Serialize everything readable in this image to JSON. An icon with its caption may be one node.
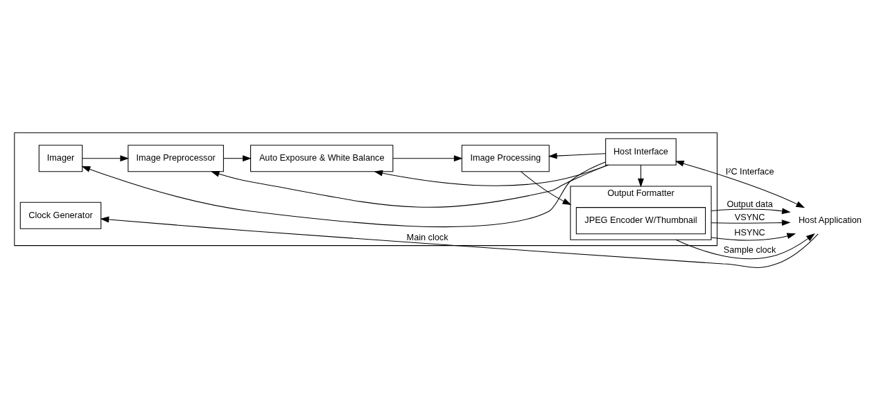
{
  "diagram": {
    "nodes": [
      {
        "text": [],
        "shape": "box"
      },
      {
        "text": [
          "Host Interface"
        ],
        "in": 0
      },
      {
        "text": [
          "Imager"
        ],
        "in": 0
      },
      {
        "text": [
          "Image Preprocessor"
        ],
        "in": 0
      },
      {
        "text": [
          "Auto Exposure & White Balance"
        ],
        "in": 0
      },
      {
        "text": [
          "Image Processing"
        ],
        "in": 0
      },
      {
        "text": [
          "Output Formatter"
        ],
        "in": 0
      },
      {
        "text": [
          "JPEG Encoder W/Thumbnail"
        ],
        "in": 6
      },
      {
        "text": [
          "Clock Generator"
        ],
        "in": 0
      },
      {
        "text": [
          "Host Application"
        ]
      }
    ],
    "edges": [
      {
        "from": 1,
        "to": 9,
        "arrow": "both",
        "label": "I²C Interface"
      },
      {
        "from": 1,
        "to": 2,
        "arrow": "to"
      },
      {
        "from": 1,
        "to": 3,
        "arrow": "to"
      },
      {
        "from": 1,
        "to": 4,
        "arrow": "to"
      },
      {
        "from": 1,
        "to": 5,
        "arrow": "to"
      },
      {
        "from": 1,
        "to": 6,
        "arrow": "to"
      },
      {
        "from": 2,
        "to": 3,
        "arrow": "to"
      },
      {
        "from": 3,
        "to": 4,
        "arrow": "to"
      },
      {
        "from": 4,
        "to": 5,
        "arrow": "to"
      },
      {
        "from": 5,
        "to": 6,
        "arrow": "to"
      },
      {
        "from": 6,
        "to": 9,
        "arrow": "to",
        "label": "Output data"
      },
      {
        "from": 6,
        "to": 9,
        "arrow": "to",
        "label": "VSYNC"
      },
      {
        "from": 6,
        "to": 9,
        "arrow": "to",
        "label": "HSYNC"
      },
      {
        "from": 6,
        "to": 9,
        "arrow": "to",
        "label": "Sample clock"
      },
      {
        "from": 9,
        "to": 8,
        "arrow": "to",
        "label": "Main clock"
      }
    ]
  }
}
